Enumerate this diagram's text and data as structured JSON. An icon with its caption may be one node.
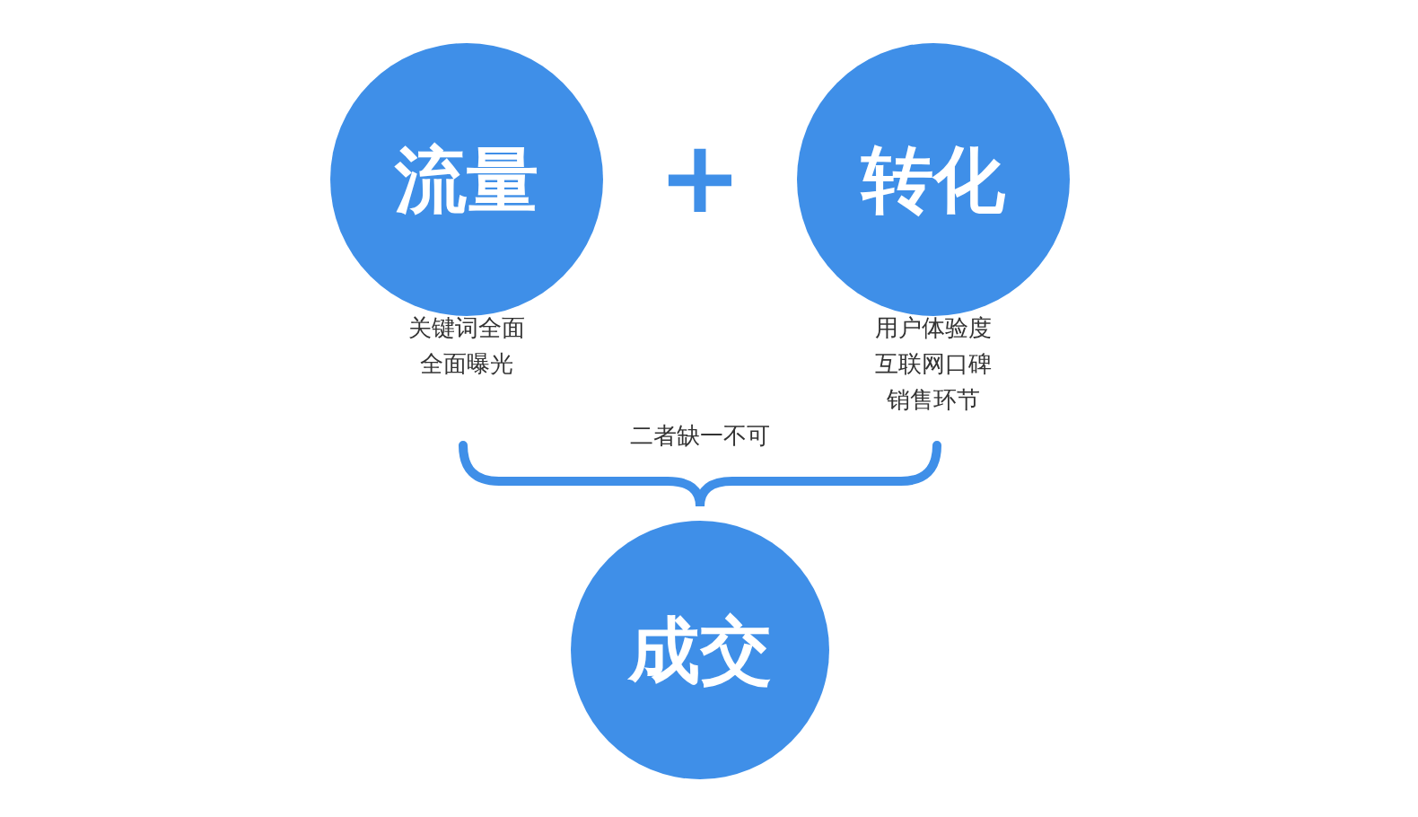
{
  "diagram": {
    "nodes": [
      {
        "text": [
          "流量"
        ],
        "beside": [
          "关键词全面",
          "全面曝光"
        ]
      },
      {
        "text": [
          "转化"
        ],
        "beside": [
          "用户体验度",
          "互联网口碑",
          "销售环节"
        ]
      },
      {
        "text": [
          "成交"
        ]
      }
    ],
    "labels": [
      "+",
      "二者缺一不可"
    ]
  }
}
